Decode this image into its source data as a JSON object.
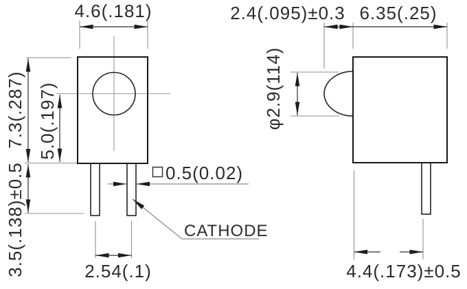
{
  "front_view": {
    "width": "4.6(.181)",
    "body_height": "7.3(.287)",
    "center_to_base": "5.0(.197)",
    "lead_length": "3.5(.138)±0.5",
    "lead_pitch": "2.54(.1)",
    "lead_cross_section": "0.5(0.02)",
    "cathode_label": "CATHODE"
  },
  "side_view": {
    "dome_offset": "2.4(.095)±0.3",
    "body_depth": "6.35(.25)",
    "dome_diameter": "φ2.9(114)",
    "base_to_lead": "4.4(.173)±0.5"
  },
  "colors": {
    "outline": "#161616",
    "dimension_line": "#2e2e2e",
    "extension_line": "#8f8f8f",
    "text": "#2b2b2b",
    "background": "#ffffff"
  }
}
